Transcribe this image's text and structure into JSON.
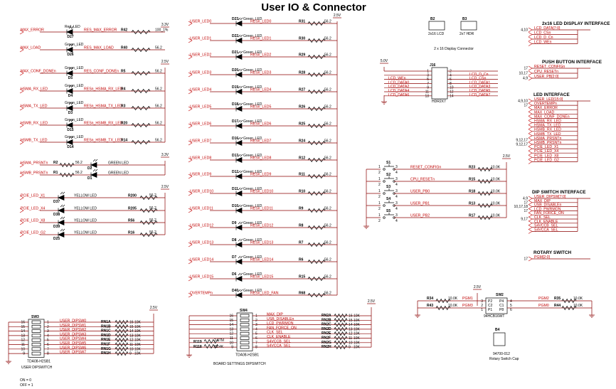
{
  "title": "User IO & Connector",
  "power": {
    "v33": "3.3V",
    "v25": "2.5V",
    "v50": "5.0V"
  },
  "status_leds": [
    {
      "net": "MAX_ERROR",
      "ref": "D27",
      "type": "Red_LED",
      "rnet": "RES_MAX_ERROR",
      "r": "R42",
      "val": "100_1%",
      "rail": "3.3V"
    },
    {
      "net": "MAX_LOAD",
      "ref": "D26",
      "type": "Green_LED",
      "rnet": "RES_MAX_LOAD",
      "r": "R40",
      "val": "56.2",
      "rail": ""
    },
    {
      "net": "MAX_CONF_DONEn",
      "ref": "D5",
      "type": "Green_LED",
      "rnet": "RES_CONF_DONEn",
      "r": "R5",
      "val": "56.2",
      "rail": "2.5V"
    },
    {
      "net": "HSMA_RX_LED",
      "ref": "D4",
      "type": "Green_LED",
      "rnet": "RESn_HSMA_RX_LED",
      "r": "R4",
      "val": "56.2",
      "rail": ""
    },
    {
      "net": "HSMA_TX_LED",
      "ref": "D3",
      "type": "Green_LED",
      "rnet": "RESn_HSMA_TX_LED",
      "r": "R3",
      "val": "56.2",
      "rail": ""
    },
    {
      "net": "HSMB_RX_LED",
      "ref": "D15",
      "type": "Green_LED",
      "rnet": "RESn_HSMB_RX_LED",
      "r": "R20",
      "val": "56.2",
      "rail": ""
    },
    {
      "net": "HSMB_TX_LED",
      "ref": "D14",
      "type": "Green_LED",
      "rnet": "RESn_HSMB_TX_LED",
      "r": "R14",
      "val": "56.2",
      "rail": ""
    }
  ],
  "prsnt_leds": [
    {
      "net": "HSMA_PRSNTn",
      "r": "R2",
      "val": "56.2",
      "ref": "D2",
      "type": "GREEN LED"
    },
    {
      "net": "HSMB_PRSNTn",
      "r": "R1",
      "val": "56.2",
      "ref": "D1",
      "type": "GREEN LED"
    }
  ],
  "pcie_leds": [
    {
      "net": "PCIE_LED_X1",
      "ref": "D37",
      "type": "YELLOW LED",
      "r": "R200",
      "val": "56.2"
    },
    {
      "net": "PCIE_LED_X4",
      "ref": "D38",
      "type": "YELLOW LED",
      "r": "R205",
      "val": "56.2"
    },
    {
      "net": "PCIE_LED_X8",
      "ref": "D39",
      "type": "YELLOW LED",
      "r": "R56",
      "val": "56.2"
    },
    {
      "net": "PCIE_LED_G2",
      "ref": "D25",
      "type": "YELLOW LED",
      "r": "R16",
      "val": "56.2"
    }
  ],
  "user_leds": [
    {
      "net": "USER_LED0",
      "ref": "D23",
      "rnet": "RESn_LED0",
      "r": "R31",
      "val": "56.2"
    },
    {
      "net": "USER_LED1",
      "ref": "D22",
      "rnet": "RESn_LED1",
      "r": "R30",
      "val": "56.2"
    },
    {
      "net": "USER_LED2",
      "ref": "D21",
      "rnet": "RESn_LED2",
      "r": "R29",
      "val": "56.2"
    },
    {
      "net": "USER_LED3",
      "ref": "D20",
      "rnet": "RESn_LED3",
      "r": "R28",
      "val": "56.2"
    },
    {
      "net": "USER_LED4",
      "ref": "D19",
      "rnet": "RESn_LED4",
      "r": "R27",
      "val": "56.2"
    },
    {
      "net": "USER_LED5",
      "ref": "D18",
      "rnet": "RESn_LED5",
      "r": "R26",
      "val": "56.2"
    },
    {
      "net": "USER_LED6",
      "ref": "D17",
      "rnet": "RESn_LED6",
      "r": "R25",
      "val": "56.2"
    },
    {
      "net": "USER_LED7",
      "ref": "D16",
      "rnet": "RESn_LED7",
      "r": "R24",
      "val": "56.2"
    },
    {
      "net": "USER_LED8",
      "ref": "D13",
      "rnet": "RESn_LED8",
      "r": "R12",
      "val": "56.2"
    },
    {
      "net": "USER_LED9",
      "ref": "D12",
      "rnet": "RESn_LED9",
      "r": "R11",
      "val": "56.2"
    },
    {
      "net": "USER_LED10",
      "ref": "D11",
      "rnet": "RESn_LED10",
      "r": "R10",
      "val": "56.2"
    },
    {
      "net": "USER_LED11",
      "ref": "D10",
      "rnet": "RESn_LED11",
      "r": "R9",
      "val": "56.2"
    },
    {
      "net": "USER_LED12",
      "ref": "D9",
      "rnet": "RESn_LED12",
      "r": "R8",
      "val": "56.2"
    },
    {
      "net": "USER_LED13",
      "ref": "D8",
      "rnet": "RESn_LED13",
      "r": "R7",
      "val": "56.2"
    },
    {
      "net": "USER_LED14",
      "ref": "D7",
      "rnet": "RESn_LED14",
      "r": "R6",
      "val": "56.2"
    },
    {
      "net": "USER_LED15",
      "ref": "D6",
      "rnet": "RESn_LED15",
      "r": "R15",
      "val": "56.2"
    },
    {
      "net": "OVERTEMPn",
      "ref": "D40",
      "rnet": "RESn_LED_FAN",
      "r": "R68",
      "val": "56.2"
    }
  ],
  "led_type": "Green_LED",
  "lcd": {
    "b2": "B2",
    "b2_sub": "2x16 LCD",
    "b3": "B3",
    "b3_sub": "2x7 HDR",
    "caption": "2 x 16 Display Connector",
    "jref": "J16",
    "hdr": "HDR2X7",
    "left_nets": [
      "LCD_WEn",
      "LCD_DATA0",
      "LCD_DATA2",
      "LCD_DATA4",
      "LCD_DATA6"
    ],
    "right_nets": [
      "LCD_D_Cn",
      "LCD_CSn",
      "LCD_DATA1",
      "LCD_DATA3",
      "LCD_DATA5",
      "LCD_DATA7"
    ],
    "pins_left": [
      "1",
      "3",
      "5",
      "7",
      "9",
      "11",
      "13"
    ],
    "pins_right": [
      "2",
      "4",
      "6",
      "8",
      "10",
      "12",
      "14"
    ]
  },
  "pushbuttons": [
    {
      "ref": "S1",
      "net": "RESET_CONFIGn",
      "r": "R23",
      "val": "10.0K"
    },
    {
      "ref": "S2",
      "net": "CPU_RESETn",
      "r": "R15",
      "val": "10.0K"
    },
    {
      "ref": "S3",
      "net": "USER_PB0",
      "r": "R18",
      "val": "10.0K"
    },
    {
      "ref": "S4",
      "net": "USER_PB1",
      "r": "R13",
      "val": "10.0K"
    },
    {
      "ref": "S5",
      "net": "USER_PB2",
      "r": "R17",
      "val": "10.0K"
    }
  ],
  "pb_pins": [
    "1",
    "2",
    "3",
    "4"
  ],
  "interfaces": [
    {
      "title": "2x16 LED DISPLAY INTERFACE",
      "rows": [
        {
          "pages": "4,10",
          "net": "LCD_DATA[7:0]"
        },
        {
          "pages": "",
          "net": "LCD_CSn"
        },
        {
          "pages": "",
          "net": "LCD_D_Cn"
        },
        {
          "pages": "",
          "net": "LCD_WEn"
        }
      ]
    },
    {
      "title": "PUSH BUTTON INTERFACE",
      "rows": [
        {
          "pages": "17",
          "net": "RESET_CONFIGn"
        },
        {
          "pages": "10,17",
          "net": "CPU_RESETn"
        },
        {
          "pages": "4,9",
          "net": "USER_PB[2:0]"
        }
      ]
    },
    {
      "title": "LED INTERFACE",
      "rows": [
        {
          "pages": "4,9,10",
          "net": "USER_LED[15:0]"
        },
        {
          "pages": "17",
          "net": "OVERTEMPn"
        },
        {
          "pages": "",
          "net": "MAX_ERROR"
        },
        {
          "pages": "",
          "net": "MAX_LOAD"
        },
        {
          "pages": "",
          "net": "MAX_CONF_DONEn"
        },
        {
          "pages": "",
          "net": "HSMA_RX_LED"
        },
        {
          "pages": "",
          "net": "HSMA_TX_LED"
        },
        {
          "pages": "",
          "net": "HSMB_RX_LED"
        },
        {
          "pages": "",
          "net": "HSMB_TX_LED"
        },
        {
          "pages": "9,12,17",
          "net": "HSMA_PRSNTn"
        },
        {
          "pages": "9,12,17",
          "net": "HSMB_PRSNTn"
        },
        {
          "pages": "",
          "net": "PCIE_LED_X1"
        },
        {
          "pages": "",
          "net": "PCIE_LED_X4"
        },
        {
          "pages": "",
          "net": "PCIE_LED_X8"
        },
        {
          "pages": "",
          "net": "PCIE_LED_G2"
        }
      ]
    },
    {
      "title": "DIP SWITCH INTERFACE",
      "rows": [
        {
          "pages": "4,9",
          "net": "USER_DIPSW[7:0]"
        },
        {
          "pages": "17",
          "net": "MAX_DIP"
        },
        {
          "pages": "10,17,18",
          "net": "USB_DISABLEn"
        },
        {
          "pages": "17",
          "net": "LCD_PWRMON"
        },
        {
          "pages": "",
          "net": "FAN_FORCE_ON"
        },
        {
          "pages": "9,17",
          "net": "CLK_SEL"
        },
        {
          "pages": "",
          "net": "CLK_ENABLE"
        },
        {
          "pages": "",
          "net": "S4VCCB_SEL"
        },
        {
          "pages": "",
          "net": "S4VCCA_SEL"
        }
      ]
    },
    {
      "title": "ROTARY SWITCH",
      "rows": [
        {
          "pages": "17",
          "net": "PGM[2:0]"
        }
      ]
    }
  ],
  "dipsw_user": {
    "ref": "SW3",
    "part": "TDA08-H2SB1",
    "caption": "USER DIPSWITCH",
    "legend": [
      "ON = 0",
      "OFF = 1"
    ],
    "left_pins": [
      "16",
      "15",
      "14",
      "13",
      "12",
      "11",
      "10",
      "9"
    ],
    "right_pins": [
      "1",
      "2",
      "3",
      "4",
      "5",
      "6",
      "7",
      "8"
    ],
    "nets": [
      "USER_DIPSW0",
      "USER_DIPSW1",
      "USER_DIPSW2",
      "USER_DIPSW3",
      "USER_DIPSW4",
      "USER_DIPSW5",
      "USER_DIPSW6",
      "USER_DIPSW7"
    ],
    "rns": [
      "RN1A",
      "RN1B",
      "RN1C",
      "RN1D",
      "RN1E",
      "RN1F",
      "RN1G",
      "RN1H"
    ],
    "rn_pins": [
      "16",
      "15",
      "14",
      "13",
      "12",
      "11",
      "10",
      "9"
    ],
    "rn_val": "10K"
  },
  "dipsw_board": {
    "ref": "SW4",
    "part": "TDA08-H2SB1",
    "caption": "BOARD SETTINGS DIPSWITCH",
    "left_pins": [
      "16",
      "15",
      "14",
      "13",
      "12",
      "11",
      "10",
      "9"
    ],
    "right_pins": [
      "1",
      "2",
      "3",
      "4",
      "5",
      "6",
      "7",
      "8"
    ],
    "nets": [
      "MAX_DIP",
      "USB_DISABLEn",
      "LCD_PWRMON",
      "FAN_FORCE_ON",
      "CLK_SEL",
      "CLK_ENABLE",
      "S4VCCB_SEL",
      "S4VCCA_SEL"
    ],
    "rns": [
      "RN2A",
      "RN2B",
      "RN2C",
      "RN2D",
      "RN2E",
      "RN2F",
      "RN2G",
      "RN2H"
    ],
    "rn_pins": [
      "16",
      "15",
      "14",
      "13",
      "12",
      "11",
      "10",
      "9"
    ],
    "rn_val": "10K",
    "r119": {
      "ref": "R119",
      "val": "2.37M"
    },
    "r118": {
      "ref": "R118",
      "val": "82.4K"
    }
  },
  "rotary": {
    "ref": "SW2",
    "part": "94HCB16WT",
    "cap_ref": "B4",
    "cap_part": "94700-012",
    "caption": "Rotary Switch Cap",
    "pins": [
      "P2",
      "C2",
      "P1",
      "P4",
      "C1",
      "P8"
    ],
    "r34": {
      "ref": "R34",
      "val": "10.0K",
      "net": "PGM1"
    },
    "r43": {
      "ref": "R43",
      "val": "10.0K",
      "net": "PGM3"
    },
    "r35": {
      "ref": "R35",
      "val": "10.0K",
      "net": "PGM2"
    },
    "r44": {
      "ref": "R44",
      "val": "10.0K",
      "net": "PGM0"
    },
    "pin_nums": [
      "3",
      "2",
      "1",
      "4",
      "5",
      "6"
    ]
  }
}
